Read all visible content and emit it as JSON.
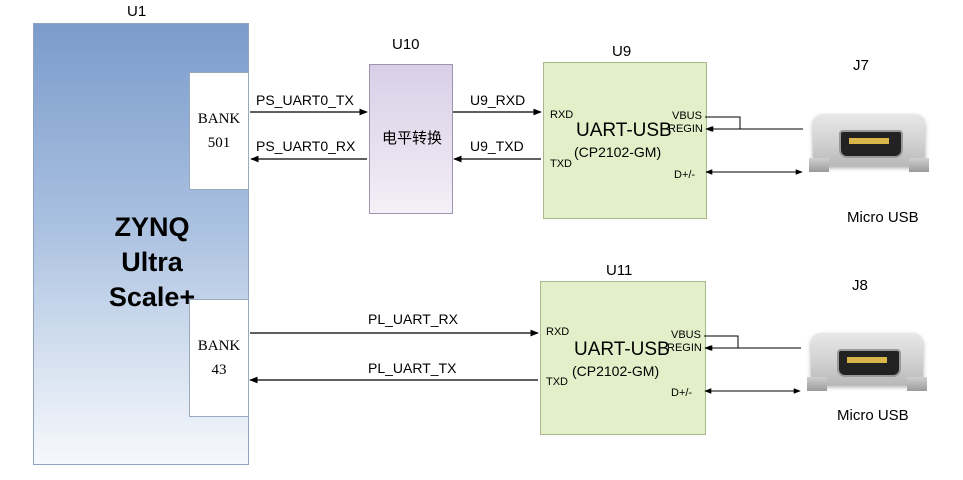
{
  "u1": {
    "ref": "U1",
    "bank_top": {
      "line1": "BANK",
      "line2": "501"
    },
    "chip_lines": [
      "ZYNQ",
      "Ultra",
      "Scale+"
    ],
    "bank_bottom": {
      "line1": "BANK",
      "line2": "43"
    }
  },
  "u10": {
    "ref": "U10",
    "label": "电平转换"
  },
  "u9": {
    "ref": "U9",
    "title": "UART-USB",
    "part": "(CP2102-GM)",
    "pin_rxd": "RXD",
    "pin_txd": "TXD",
    "pin_vbus": "VBUS",
    "pin_regin": "REGIN",
    "pin_dpm": "D+/-"
  },
  "u11": {
    "ref": "U11",
    "title": "UART-USB",
    "part": "(CP2102-GM)",
    "pin_rxd": "RXD",
    "pin_txd": "TXD",
    "pin_vbus": "VBUS",
    "pin_regin": "REGIN",
    "pin_dpm": "D+/-"
  },
  "signals": {
    "ps_tx": "PS_UART0_TX",
    "ps_rx": "PS_UART0_RX",
    "u9_rxd": "U9_RXD",
    "u9_txd": "U9_TXD",
    "pl_rx": "PL_UART_RX",
    "pl_tx": "PL_UART_TX"
  },
  "j7": {
    "ref": "J7",
    "caption": "Micro USB"
  },
  "j8": {
    "ref": "J8",
    "caption": "Micro USB"
  }
}
